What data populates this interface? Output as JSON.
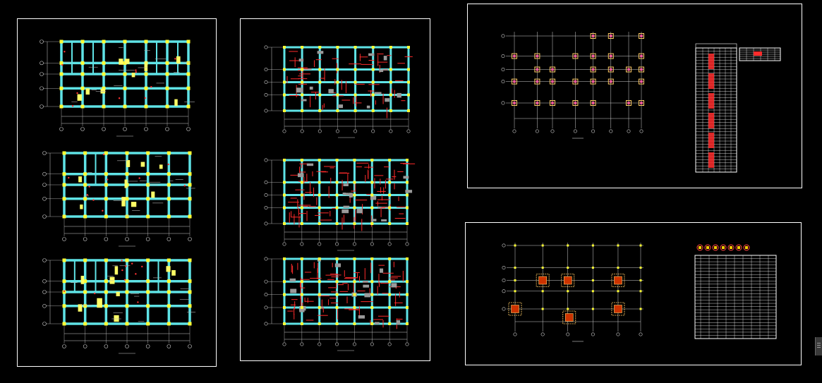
{
  "canvas": {
    "background": "#000000",
    "sheet_border_color": "#ffffff"
  },
  "colors": {
    "beam": "#5fe3e6",
    "column": "#ffff33",
    "rebar": "#ff2b2b",
    "label": "#ffff66",
    "grid": "#cfcfcf",
    "detail": "#b0b0b0",
    "foundation": "#ffcc66",
    "footing_fill": "#cc3300"
  },
  "drawing_sheets": [
    {
      "id": "sheet1",
      "name": "floor-beam-plans",
      "plans": 3
    },
    {
      "id": "sheet2",
      "name": "slab-reinforcement-plans",
      "plans": 3
    },
    {
      "id": "sheet3",
      "name": "column-layout-with-schedule"
    },
    {
      "id": "sheet4",
      "name": "foundation-plan-with-table"
    }
  ],
  "widgets": {
    "scroll_handle_icon": "grip-lines-icon"
  }
}
